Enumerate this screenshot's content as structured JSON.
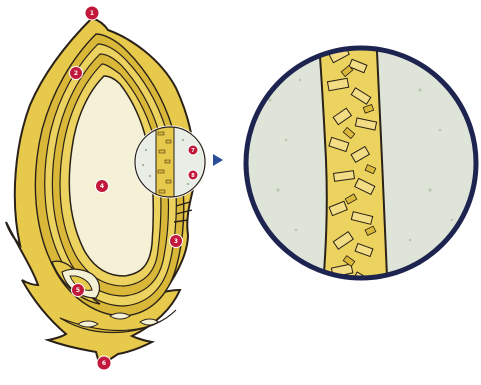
{
  "diagram": {
    "markers": [
      {
        "id": "1",
        "label": "1"
      },
      {
        "id": "2",
        "label": "2"
      },
      {
        "id": "3",
        "label": "3"
      },
      {
        "id": "4",
        "label": "4"
      },
      {
        "id": "5",
        "label": "5"
      },
      {
        "id": "6",
        "label": "6"
      },
      {
        "id": "7",
        "label": "7"
      },
      {
        "id": "8",
        "label": "8"
      }
    ],
    "colors": {
      "wall": "#e7c94c",
      "wall_dark": "#b88e17",
      "outline": "#2a2118",
      "interior": "#f5f1d6",
      "marker": "#c2183b",
      "lens_ring": "#1d2450",
      "lens_bg": "#dfe4d8",
      "pointer": "#2b4d9a"
    },
    "icons": {
      "pointer": "triangle-right-icon"
    }
  }
}
